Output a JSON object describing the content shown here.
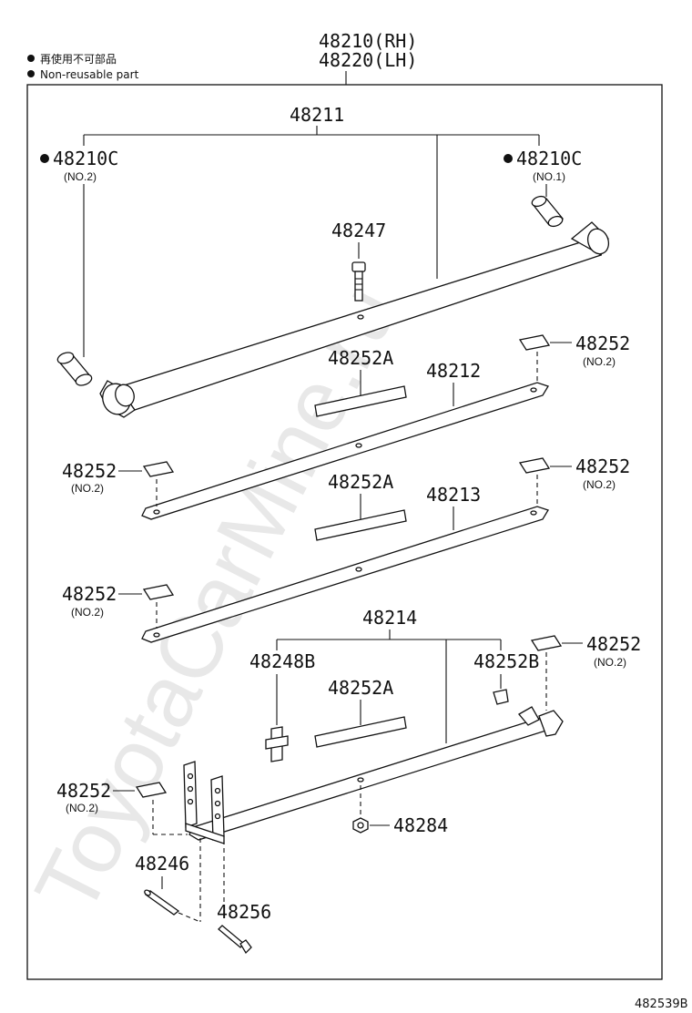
{
  "legend": {
    "line1": "再使用不可部品",
    "line2": "Non-reusable part"
  },
  "watermark": "ToyotaCarMine.ru",
  "drawing_code": "482539B",
  "labels": {
    "assy_rh": "48210(RH)",
    "assy_lh": "48220(LH)",
    "leaf1": "48211",
    "bushing_left": "48210C",
    "bushing_left_sub": "(NO.2)",
    "bushing_right": "48210C",
    "bushing_right_sub": "(NO.1)",
    "center_bolt": "48247",
    "spacer_a1": "48252A",
    "spacer_a2": "48252A",
    "spacer_a3": "48252A",
    "leaf2": "48212",
    "leaf3": "48213",
    "leaf4": "48214",
    "clip_b": "48248B",
    "pad_b": "48252B",
    "nut": "48284",
    "pin": "48246",
    "bolt": "48256",
    "pad1": "48252",
    "pad1_sub": "(NO.2)",
    "pad2": "48252",
    "pad2_sub": "(NO.2)",
    "pad3": "48252",
    "pad3_sub": "(NO.2)",
    "pad4": "48252",
    "pad4_sub": "(NO.2)",
    "pad5": "48252",
    "pad5_sub": "(NO.2)",
    "pad6": "48252",
    "pad6_sub": "(NO.2)"
  }
}
